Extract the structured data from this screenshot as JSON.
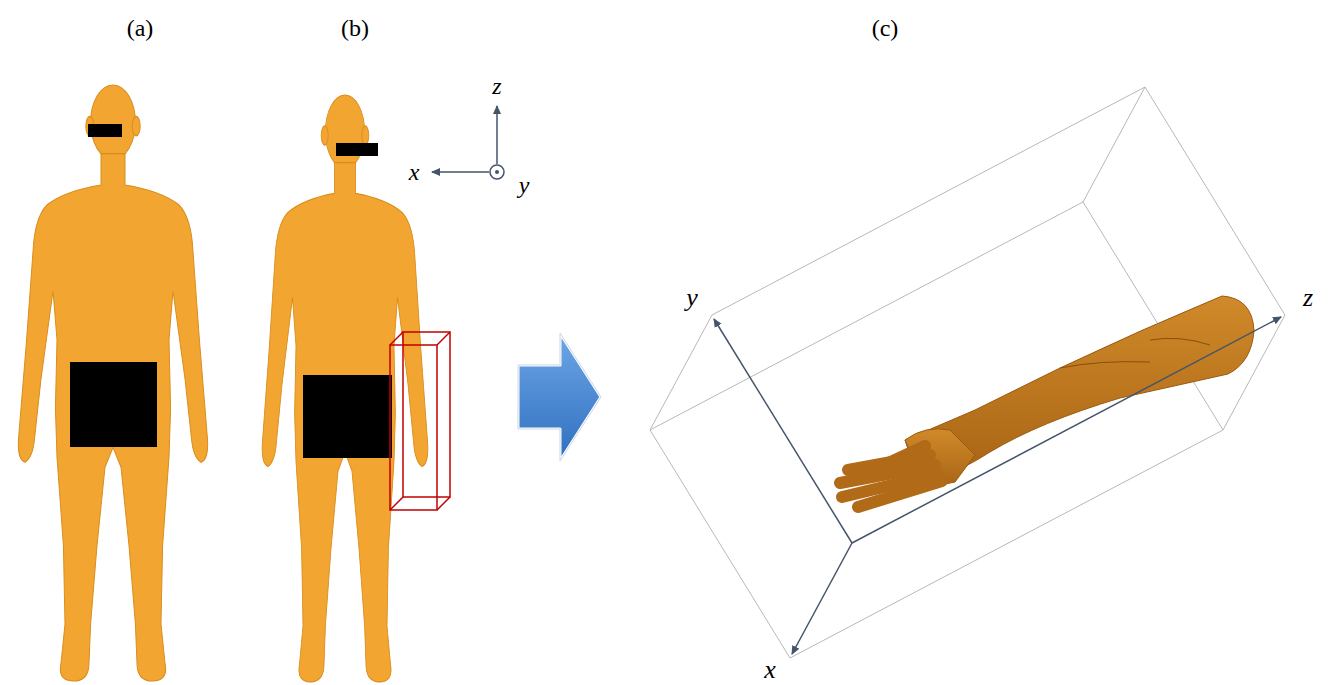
{
  "diagram": {
    "labels": [
      "(a)",
      "(b)",
      "(c)",
      "z",
      "x",
      "y",
      "y",
      "z",
      "x"
    ]
  }
}
